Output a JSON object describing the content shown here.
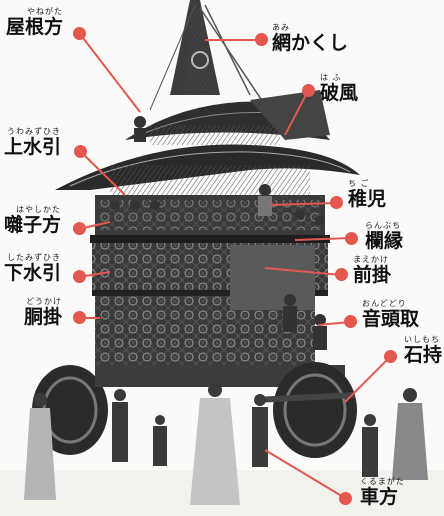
{
  "accent_color": "#e4574f",
  "labels": [
    {
      "id": "yanegata",
      "ruby": "やねがた",
      "name": "屋根方"
    },
    {
      "id": "amikakushi",
      "ruby": "あみ",
      "name": "網かくし"
    },
    {
      "id": "hafu",
      "ruby": "は ふ",
      "name": "破風"
    },
    {
      "id": "uwamizuhiki",
      "ruby": "うわみずひき",
      "name": "上水引"
    },
    {
      "id": "chigo",
      "ruby": "ち ご",
      "name": "稚児"
    },
    {
      "id": "hayashikata",
      "ruby": "はやしかた",
      "name": "囃子方"
    },
    {
      "id": "ranbuchi",
      "ruby": "らんぶち",
      "name": "欄縁"
    },
    {
      "id": "shitamizuhiki",
      "ruby": "したみずひき",
      "name": "下水引"
    },
    {
      "id": "maekake",
      "ruby": "まえかけ",
      "name": "前掛"
    },
    {
      "id": "doukake",
      "ruby": "どうかけ",
      "name": "胴掛"
    },
    {
      "id": "ondodori",
      "ruby": "おんどどり",
      "name": "音頭取"
    },
    {
      "id": "ishimochi",
      "ruby": "いしもち",
      "name": "石持"
    },
    {
      "id": "kurumagata",
      "ruby": "くるまがた",
      "name": "車方"
    }
  ]
}
